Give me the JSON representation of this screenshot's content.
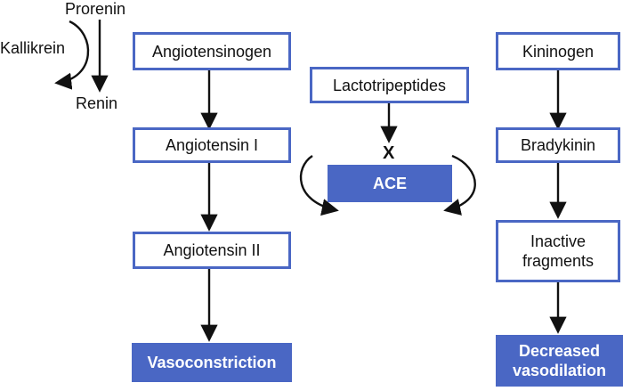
{
  "colors": {
    "box_border": "#4a67c4",
    "box_fill": "#4a67c4",
    "line": "#111111",
    "text": "#111111",
    "inverse_text": "#ffffff"
  },
  "left_chain": {
    "prorenin": "Prorenin",
    "kallikrein": "Kallikrein",
    "renin": "Renin",
    "angiotensinogen": "Angiotensinogen",
    "angiotensin_i": "Angiotensin I",
    "angiotensin_ii": "Angiotensin II",
    "vasoconstriction": "Vasoconstriction"
  },
  "middle": {
    "lactotripeptides": "Lactotripeptides",
    "inhibit_mark": "X",
    "ace": "ACE"
  },
  "right_chain": {
    "kininogen": "Kininogen",
    "bradykinin": "Bradykinin",
    "inactive_fragments_line1": "Inactive",
    "inactive_fragments_line2": "fragments",
    "decreased_vasodilation_line1": "Decreased",
    "decreased_vasodilation_line2": "vasodilation"
  }
}
